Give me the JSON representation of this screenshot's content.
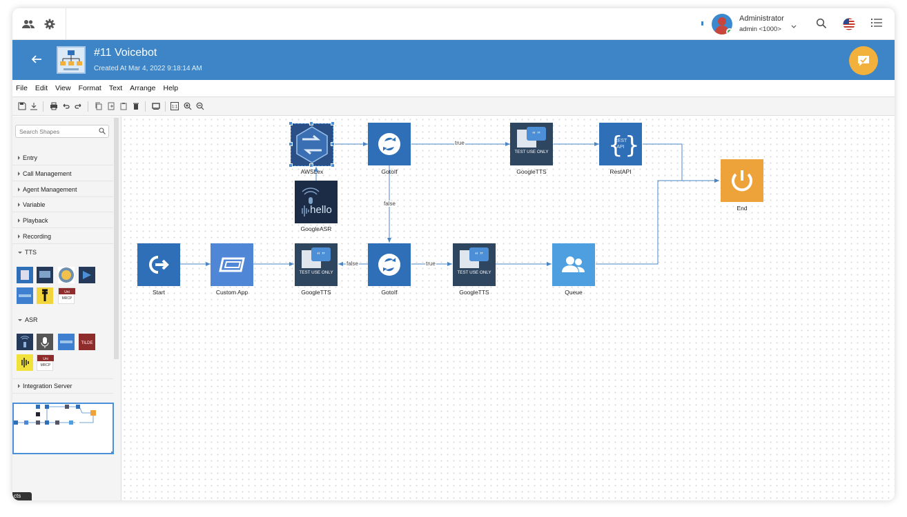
{
  "user": {
    "name": "Administrator",
    "sub": "admin <1000>"
  },
  "header": {
    "title": "#11 Voicebot",
    "subtitle": "Created At Mar 4, 2022 9:18:14 AM"
  },
  "menu": [
    "File",
    "Edit",
    "View",
    "Format",
    "Text",
    "Arrange",
    "Help"
  ],
  "sidebar": {
    "search_placeholder": "Search Shapes",
    "categories": [
      "Entry",
      "Call Management",
      "Agent Management",
      "Variable",
      "Playback",
      "Recording",
      "TTS",
      "ASR",
      "Integration Server"
    ],
    "tts_palette_text": [
      "Uni",
      "MRCP"
    ],
    "asr_palette_text": [
      "Uni",
      "MRCP",
      "TILDE"
    ],
    "bottom_tag": "cts"
  },
  "nodes": {
    "awslex": "AWSLex",
    "googleasr": "GoogleASR",
    "gotoif_top": "GotoIf",
    "googletts_top": "GoogleTTS",
    "restapi": "RestAPI",
    "end": "End",
    "start": "Start",
    "customapp": "Custom App",
    "googletts_mid": "GoogleTTS",
    "gotoif_bottom": "GotoIf",
    "googletts_right": "GoogleTTS",
    "queue": "Queue"
  },
  "node_text": {
    "test_use_only": "TEST USE ONLY",
    "rest": "REST",
    "api": "API",
    "hello": "hello"
  },
  "edges": {
    "true_top": "true",
    "false_vertical": "false",
    "false_left": "false",
    "true_bottom": "true"
  },
  "colors": {
    "header": "#3d85c6",
    "node_blue": "#2f6fb7",
    "node_dark": "#253a5a",
    "end": "#eea23a",
    "queue": "#4d9fe0",
    "custom_app": "#4f86d6",
    "edge": "#4a86c5"
  }
}
